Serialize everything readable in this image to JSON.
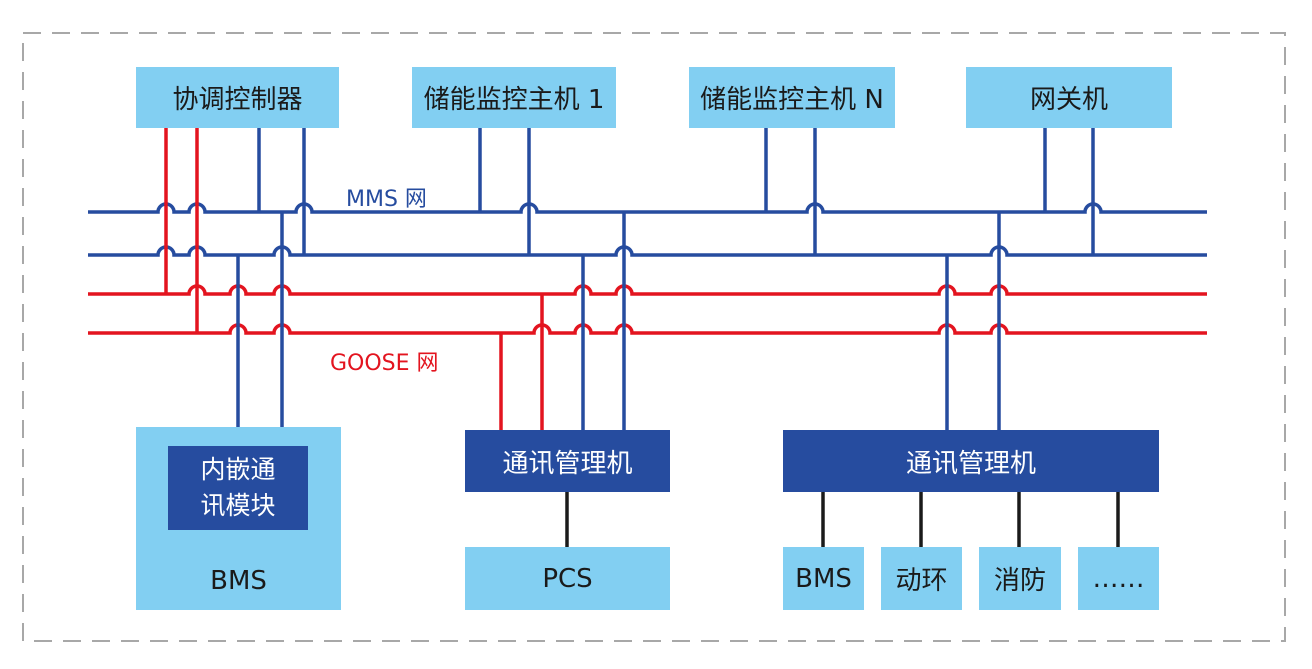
{
  "colors": {
    "mms": "#264c9f",
    "goose": "#e3141f",
    "box_light": "#82cff2",
    "box_dark": "#264c9f",
    "link": "#1a1a1a",
    "border_dash": "#a8a8a8"
  },
  "top_nodes": {
    "coordinator": "协调控制器",
    "monitor_1": "储能监控主机 1",
    "monitor_n": "储能监控主机 N",
    "gateway": "网关机"
  },
  "networks": {
    "mms": "MMS 网",
    "goose": "GOOSE 网"
  },
  "bottom": {
    "bms_left": {
      "title": "BMS",
      "embedded": "内嵌通\n讯模块"
    },
    "comm_manager_mid": "通讯管理机",
    "pcs": "PCS",
    "comm_manager_right": "通讯管理机",
    "devices": [
      "BMS",
      "动环",
      "消防",
      "……"
    ]
  }
}
